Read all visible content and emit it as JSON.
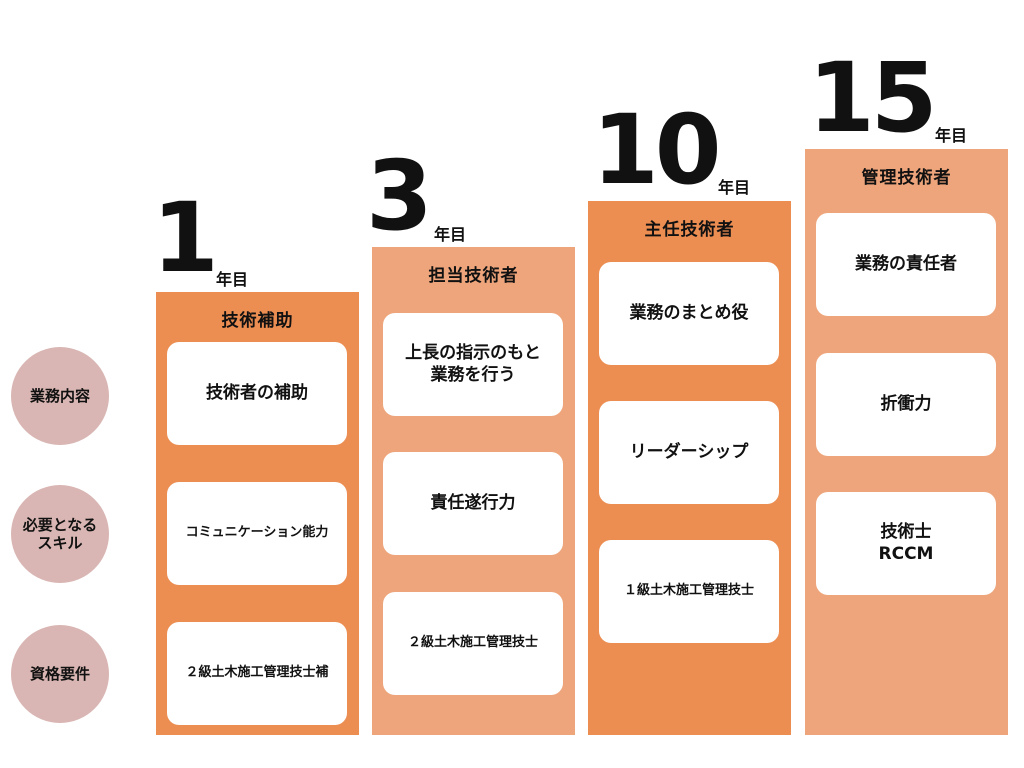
{
  "rows": [
    {
      "label": "業務内容"
    },
    {
      "label": "必要となる\nスキル"
    },
    {
      "label": "資格要件"
    }
  ],
  "year_suffix": "年目",
  "columns": [
    {
      "year": "1",
      "title": "技術補助",
      "shade": "dark",
      "cards": [
        "技術者の補助",
        "コミュニケーション能力",
        "２級土木施工管理技士補"
      ]
    },
    {
      "year": "3",
      "title": "担当技術者",
      "shade": "light",
      "cards": [
        "上長の指示のもと\n業務を行う",
        "責任遂行力",
        "２級土木施工管理技士"
      ]
    },
    {
      "year": "10",
      "title": "主任技術者",
      "shade": "dark",
      "cards": [
        "業務のまとめ役",
        "リーダーシップ",
        "１級土木施工管理技士"
      ]
    },
    {
      "year": "15",
      "title": "管理技術者",
      "shade": "light",
      "cards": [
        "業務の責任者",
        "折衝力",
        "技術士\nRCCM"
      ]
    }
  ],
  "colors": {
    "dark": "#ec8d52",
    "light": "#eea57b",
    "row_circle": "#d9b6b3",
    "card": "#ffffff"
  }
}
